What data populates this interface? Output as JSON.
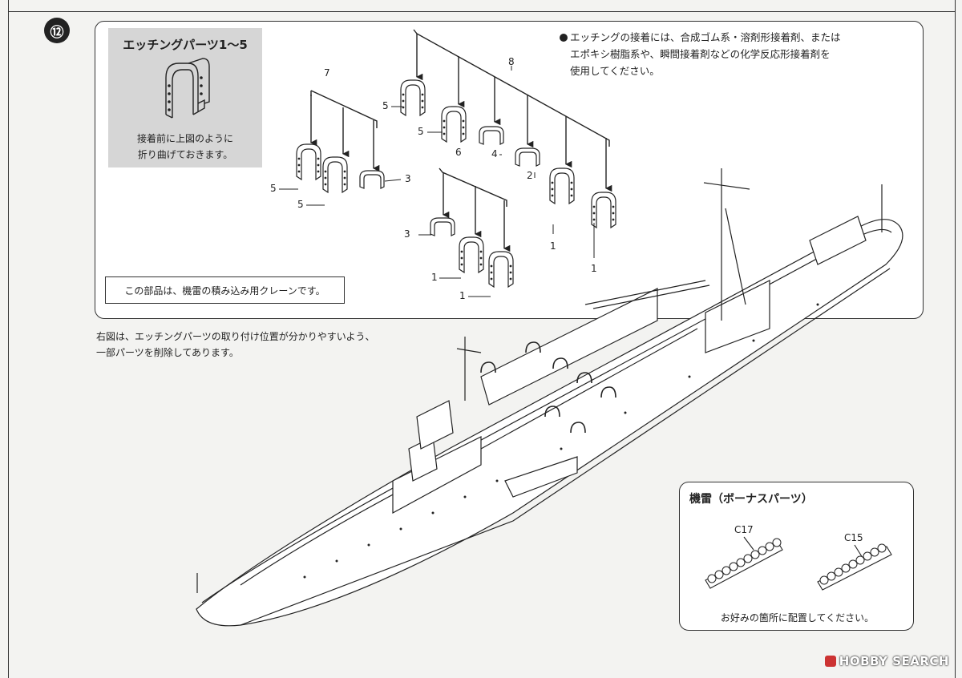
{
  "step_number": "⑫",
  "etching_box": {
    "title": "エッチングパーツ1〜5",
    "note_line1": "接着前に上図のように",
    "note_line2": "折り曲げておきます。"
  },
  "crane_note": "この部品は、機雷の積み込み用クレーンです。",
  "adhesive_note": {
    "line1": "エッチングの接着には、合成ゴム系・溶剤形接着剤、または",
    "line2": "エポキシ樹脂系や、瞬間接着剤などの化学反応形接着剤を",
    "line3": "使用してください。"
  },
  "figure_note": {
    "line1": "右図は、エッチングパーツの取り付け位置が分かりやすいよう、",
    "line2": "一部パーツを削除してあります。"
  },
  "part_numbers": {
    "p7": "7",
    "p8": "8",
    "p6": "6",
    "a5_1": "5",
    "a5_2": "5",
    "a5_3": "5",
    "a5_4": "5",
    "a4": "4",
    "a3_1": "3",
    "a3_2": "3",
    "a2": "2",
    "a1_1": "1",
    "a1_2": "1",
    "a1_3": "1",
    "a1_4": "1"
  },
  "mines_box": {
    "title": "機雷（ボーナスパーツ）",
    "part_a": "C17",
    "part_b": "C15",
    "note": "お好みの箇所に配置してください。"
  },
  "watermark": "HOBBY SEARCH"
}
